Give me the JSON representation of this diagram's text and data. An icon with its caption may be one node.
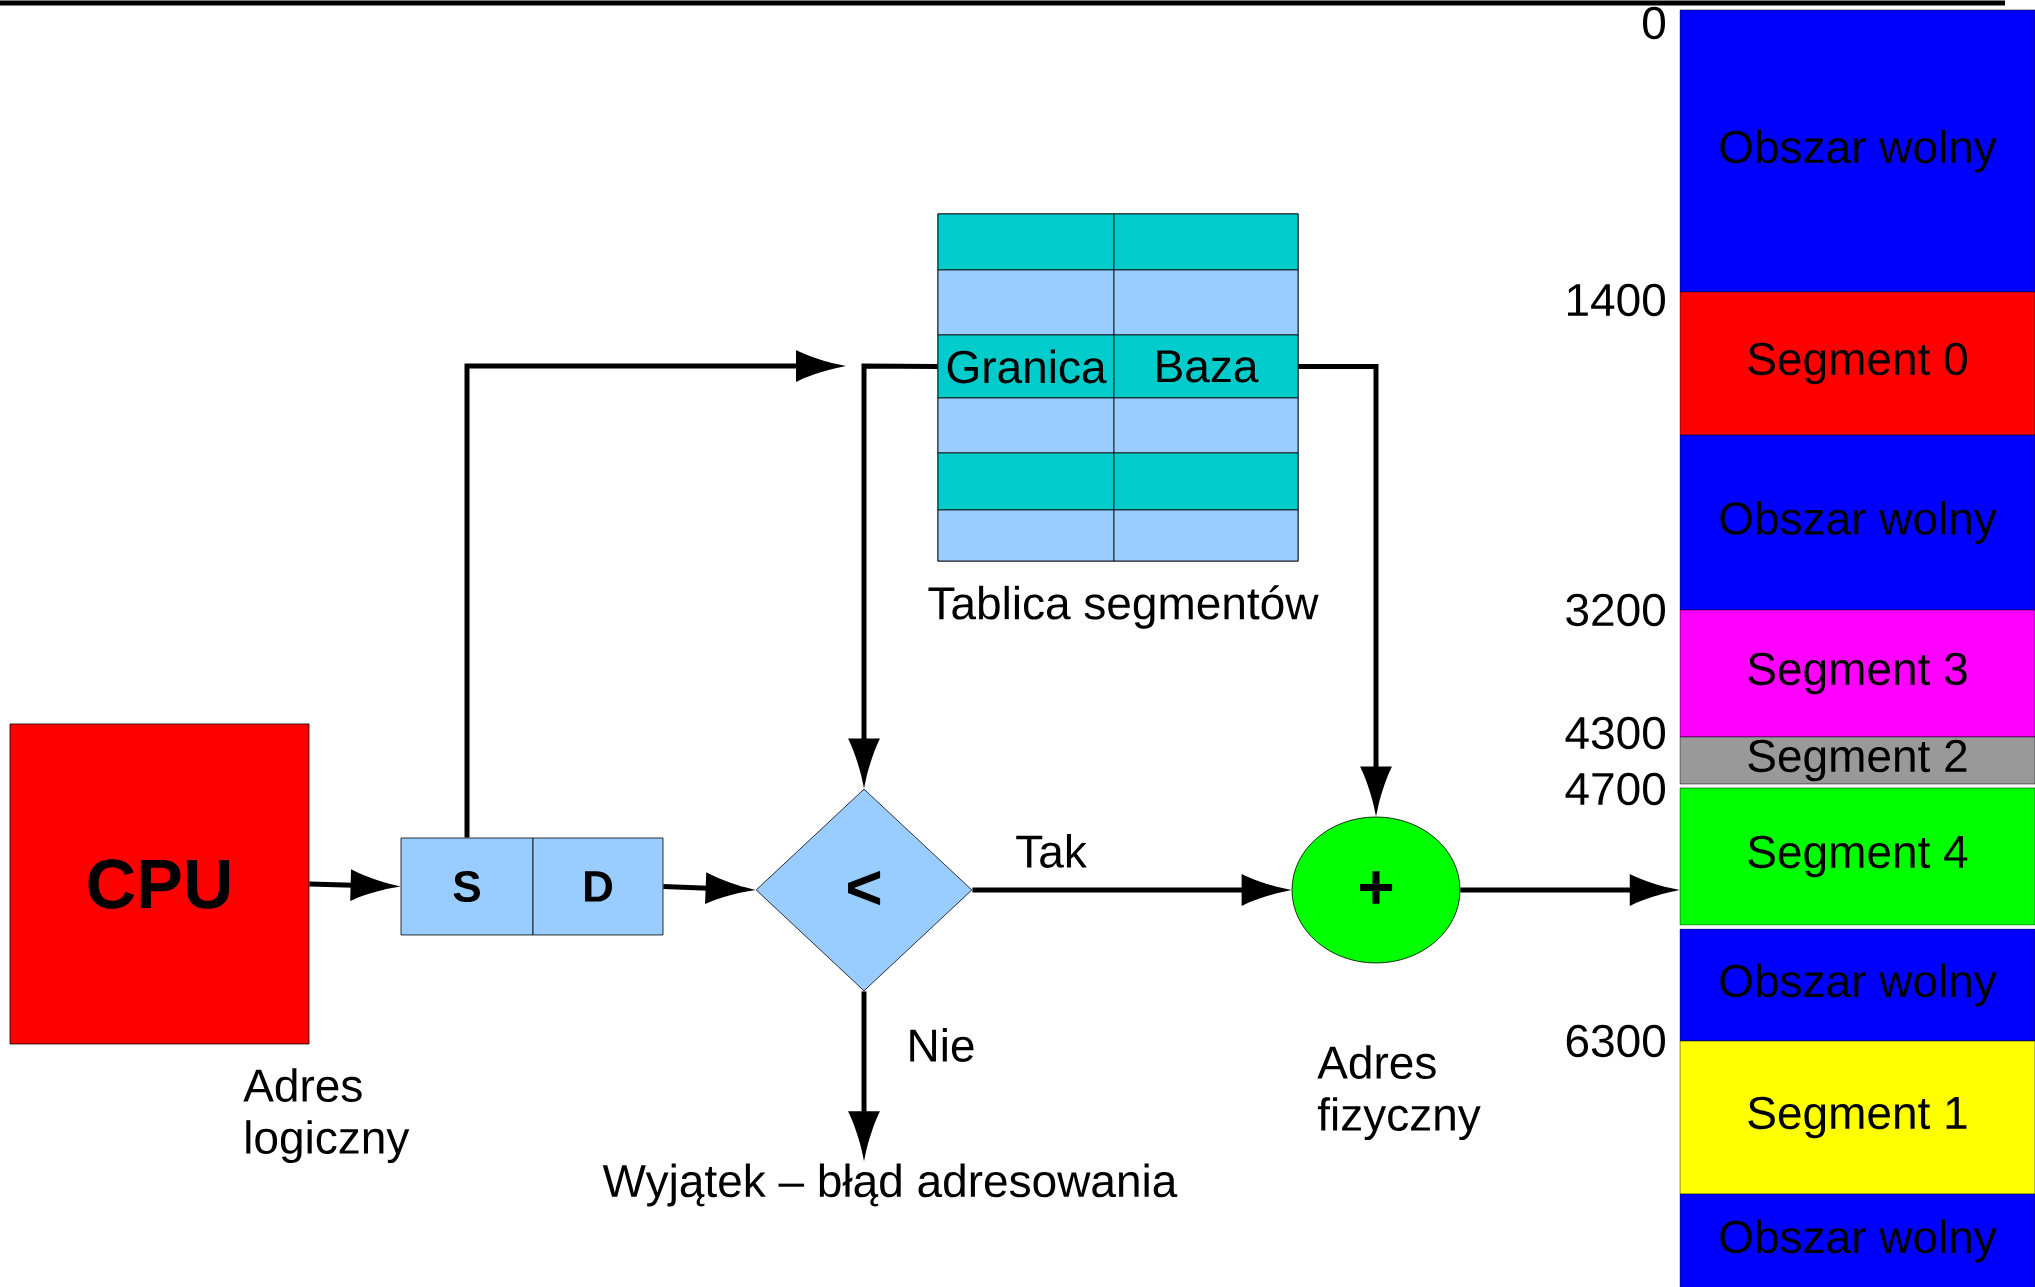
{
  "diagram": {
    "nodes": [
      {
        "text": [
          "CPU"
        ]
      },
      {
        "text": [
          "S"
        ]
      },
      {
        "text": [
          "D"
        ]
      },
      {
        "text": [
          "Tablica segmentów"
        ]
      },
      {
        "text": [],
        "shape": "box",
        "in": 3
      },
      {
        "text": [],
        "shape": "box",
        "in": 3
      },
      {
        "text": [],
        "shape": "box",
        "in": 3
      },
      {
        "text": [],
        "shape": "box",
        "in": 3
      },
      {
        "text": [
          "Granica"
        ],
        "in": 3
      },
      {
        "text": [
          "Baza"
        ],
        "in": 3
      },
      {
        "text": [],
        "shape": "box",
        "in": 3
      },
      {
        "text": [],
        "shape": "box",
        "in": 3
      },
      {
        "text": [],
        "shape": "box",
        "in": 3
      },
      {
        "text": [],
        "shape": "box",
        "in": 3
      },
      {
        "text": [],
        "shape": "box",
        "in": 3
      },
      {
        "text": [],
        "shape": "box",
        "in": 3
      },
      {
        "text": [
          "<"
        ]
      },
      {
        "text": [
          "+"
        ]
      },
      {
        "text": [
          "Wyjątek – błąd adresowania"
        ]
      },
      {
        "text": [
          "Obszar wolny"
        ],
        "beside": [
          "0"
        ]
      },
      {
        "text": [
          "Segment 0"
        ],
        "beside": [
          "1400"
        ]
      },
      {
        "text": [
          "Obszar wolny"
        ]
      },
      {
        "text": [
          "Segment 3"
        ],
        "beside": [
          "3200"
        ]
      },
      {
        "text": [
          "Segment 2"
        ],
        "beside": [
          "4300"
        ]
      },
      {
        "text": [
          "Segment 4"
        ],
        "beside": [
          "4700"
        ]
      },
      {
        "text": [
          "Obszar wolny"
        ]
      },
      {
        "text": [
          "Segment 1"
        ],
        "beside": [
          "6300"
        ]
      },
      {
        "text": [
          "Obszar wolny"
        ]
      }
    ],
    "edges": [
      {
        "from": 0,
        "to": 1,
        "arrow": "to"
      },
      {
        "from": 1,
        "to": 3,
        "arrow": "to"
      },
      {
        "from": 2,
        "to": 16,
        "arrow": "to"
      },
      {
        "from": 8,
        "to": 16,
        "arrow": "to"
      },
      {
        "from": 9,
        "to": 17,
        "arrow": "to"
      },
      {
        "from": 16,
        "to": 17,
        "arrow": "to",
        "label": "Tak"
      },
      {
        "from": 16,
        "to": 18,
        "arrow": "to",
        "label": "Nie"
      },
      {
        "from": 17,
        "to": 24,
        "arrow": "to"
      }
    ],
    "labels": [
      "Adres fizyczny",
      "Adres logiczny"
    ]
  }
}
